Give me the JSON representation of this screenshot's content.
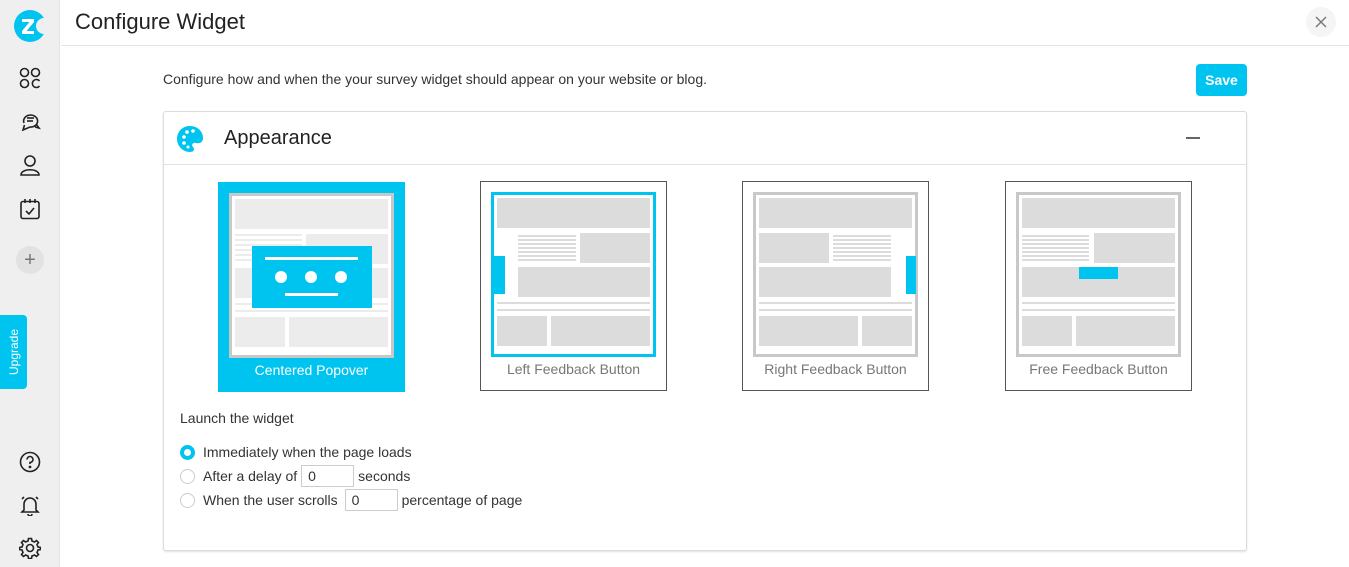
{
  "sidebar": {
    "logo": "zonka-logo",
    "items": [
      {
        "name": "dashboard",
        "icon": "grid-icon"
      },
      {
        "name": "surveys",
        "icon": "chat-bubbles-icon"
      },
      {
        "name": "contacts",
        "icon": "user-icon"
      },
      {
        "name": "tasks",
        "icon": "calendar-check-icon"
      },
      {
        "name": "add",
        "icon": "plus-icon"
      }
    ],
    "upgrade_label": "Upgrade",
    "bottom_items": [
      {
        "name": "help",
        "icon": "question-circle-icon"
      },
      {
        "name": "notifications",
        "icon": "bell-icon"
      },
      {
        "name": "settings",
        "icon": "gear-icon"
      }
    ]
  },
  "header": {
    "title": "Configure Widget",
    "close_icon": "close-icon"
  },
  "main": {
    "description": "Configure how and when the your survey widget should appear on your website or blog.",
    "save_label": "Save",
    "accent_color": "#00c4f0"
  },
  "appearance": {
    "title": "Appearance",
    "collapse_icon": "minus-icon",
    "options": [
      {
        "label": "Centered Popover",
        "selected": true
      },
      {
        "label": "Left Feedback Button",
        "selected": false
      },
      {
        "label": "Right Feedback Button",
        "selected": false
      },
      {
        "label": "Free Feedback Button",
        "selected": false
      }
    ],
    "launch": {
      "title": "Launch the widget",
      "options": [
        {
          "label": "Immediately when the page loads",
          "checked": true
        },
        {
          "label": "After a delay of",
          "value": "0",
          "suffix": "seconds",
          "checked": false
        },
        {
          "label": "When the user scrolls",
          "value": "0",
          "suffix": "percentage of page",
          "checked": false
        }
      ]
    }
  }
}
